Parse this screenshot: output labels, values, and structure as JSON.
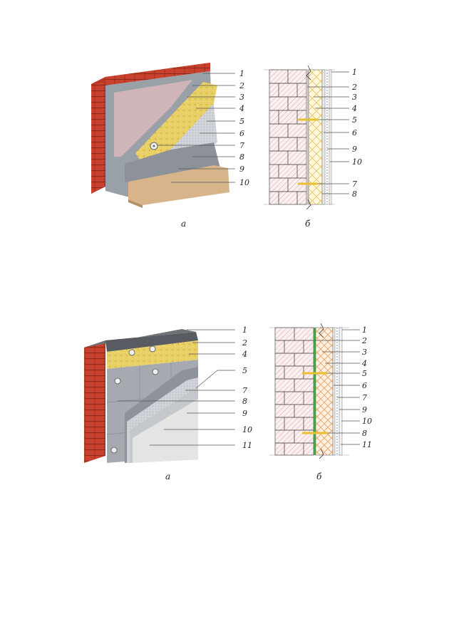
{
  "figure1": {
    "caption_left": "а",
    "caption_right": "б",
    "labels_left": [
      "1",
      "2",
      "3",
      "4",
      "5",
      "6",
      "7",
      "8",
      "9",
      "10"
    ],
    "labels_right": [
      "1",
      "2",
      "3",
      "4",
      "5",
      "6",
      "9",
      "10",
      "7",
      "8"
    ]
  },
  "figure2": {
    "caption_left": "а",
    "caption_right": "б",
    "labels_left": [
      "1",
      "2",
      "4",
      "5",
      "7",
      "8",
      "9",
      "10",
      "11"
    ],
    "labels_right": [
      "1",
      "2",
      "3",
      "4",
      "5",
      "6",
      "7",
      "9",
      "10",
      "8",
      "11"
    ]
  },
  "colors": {
    "brick": "#c8412c",
    "brick_hatch": "#d9a6a6",
    "mineral_wool": "#e8cf66",
    "insulation_cross": "#e9a060",
    "plaster": "#d8b890",
    "render_grey": "#a8acb2",
    "dowel": "#e8c030"
  }
}
